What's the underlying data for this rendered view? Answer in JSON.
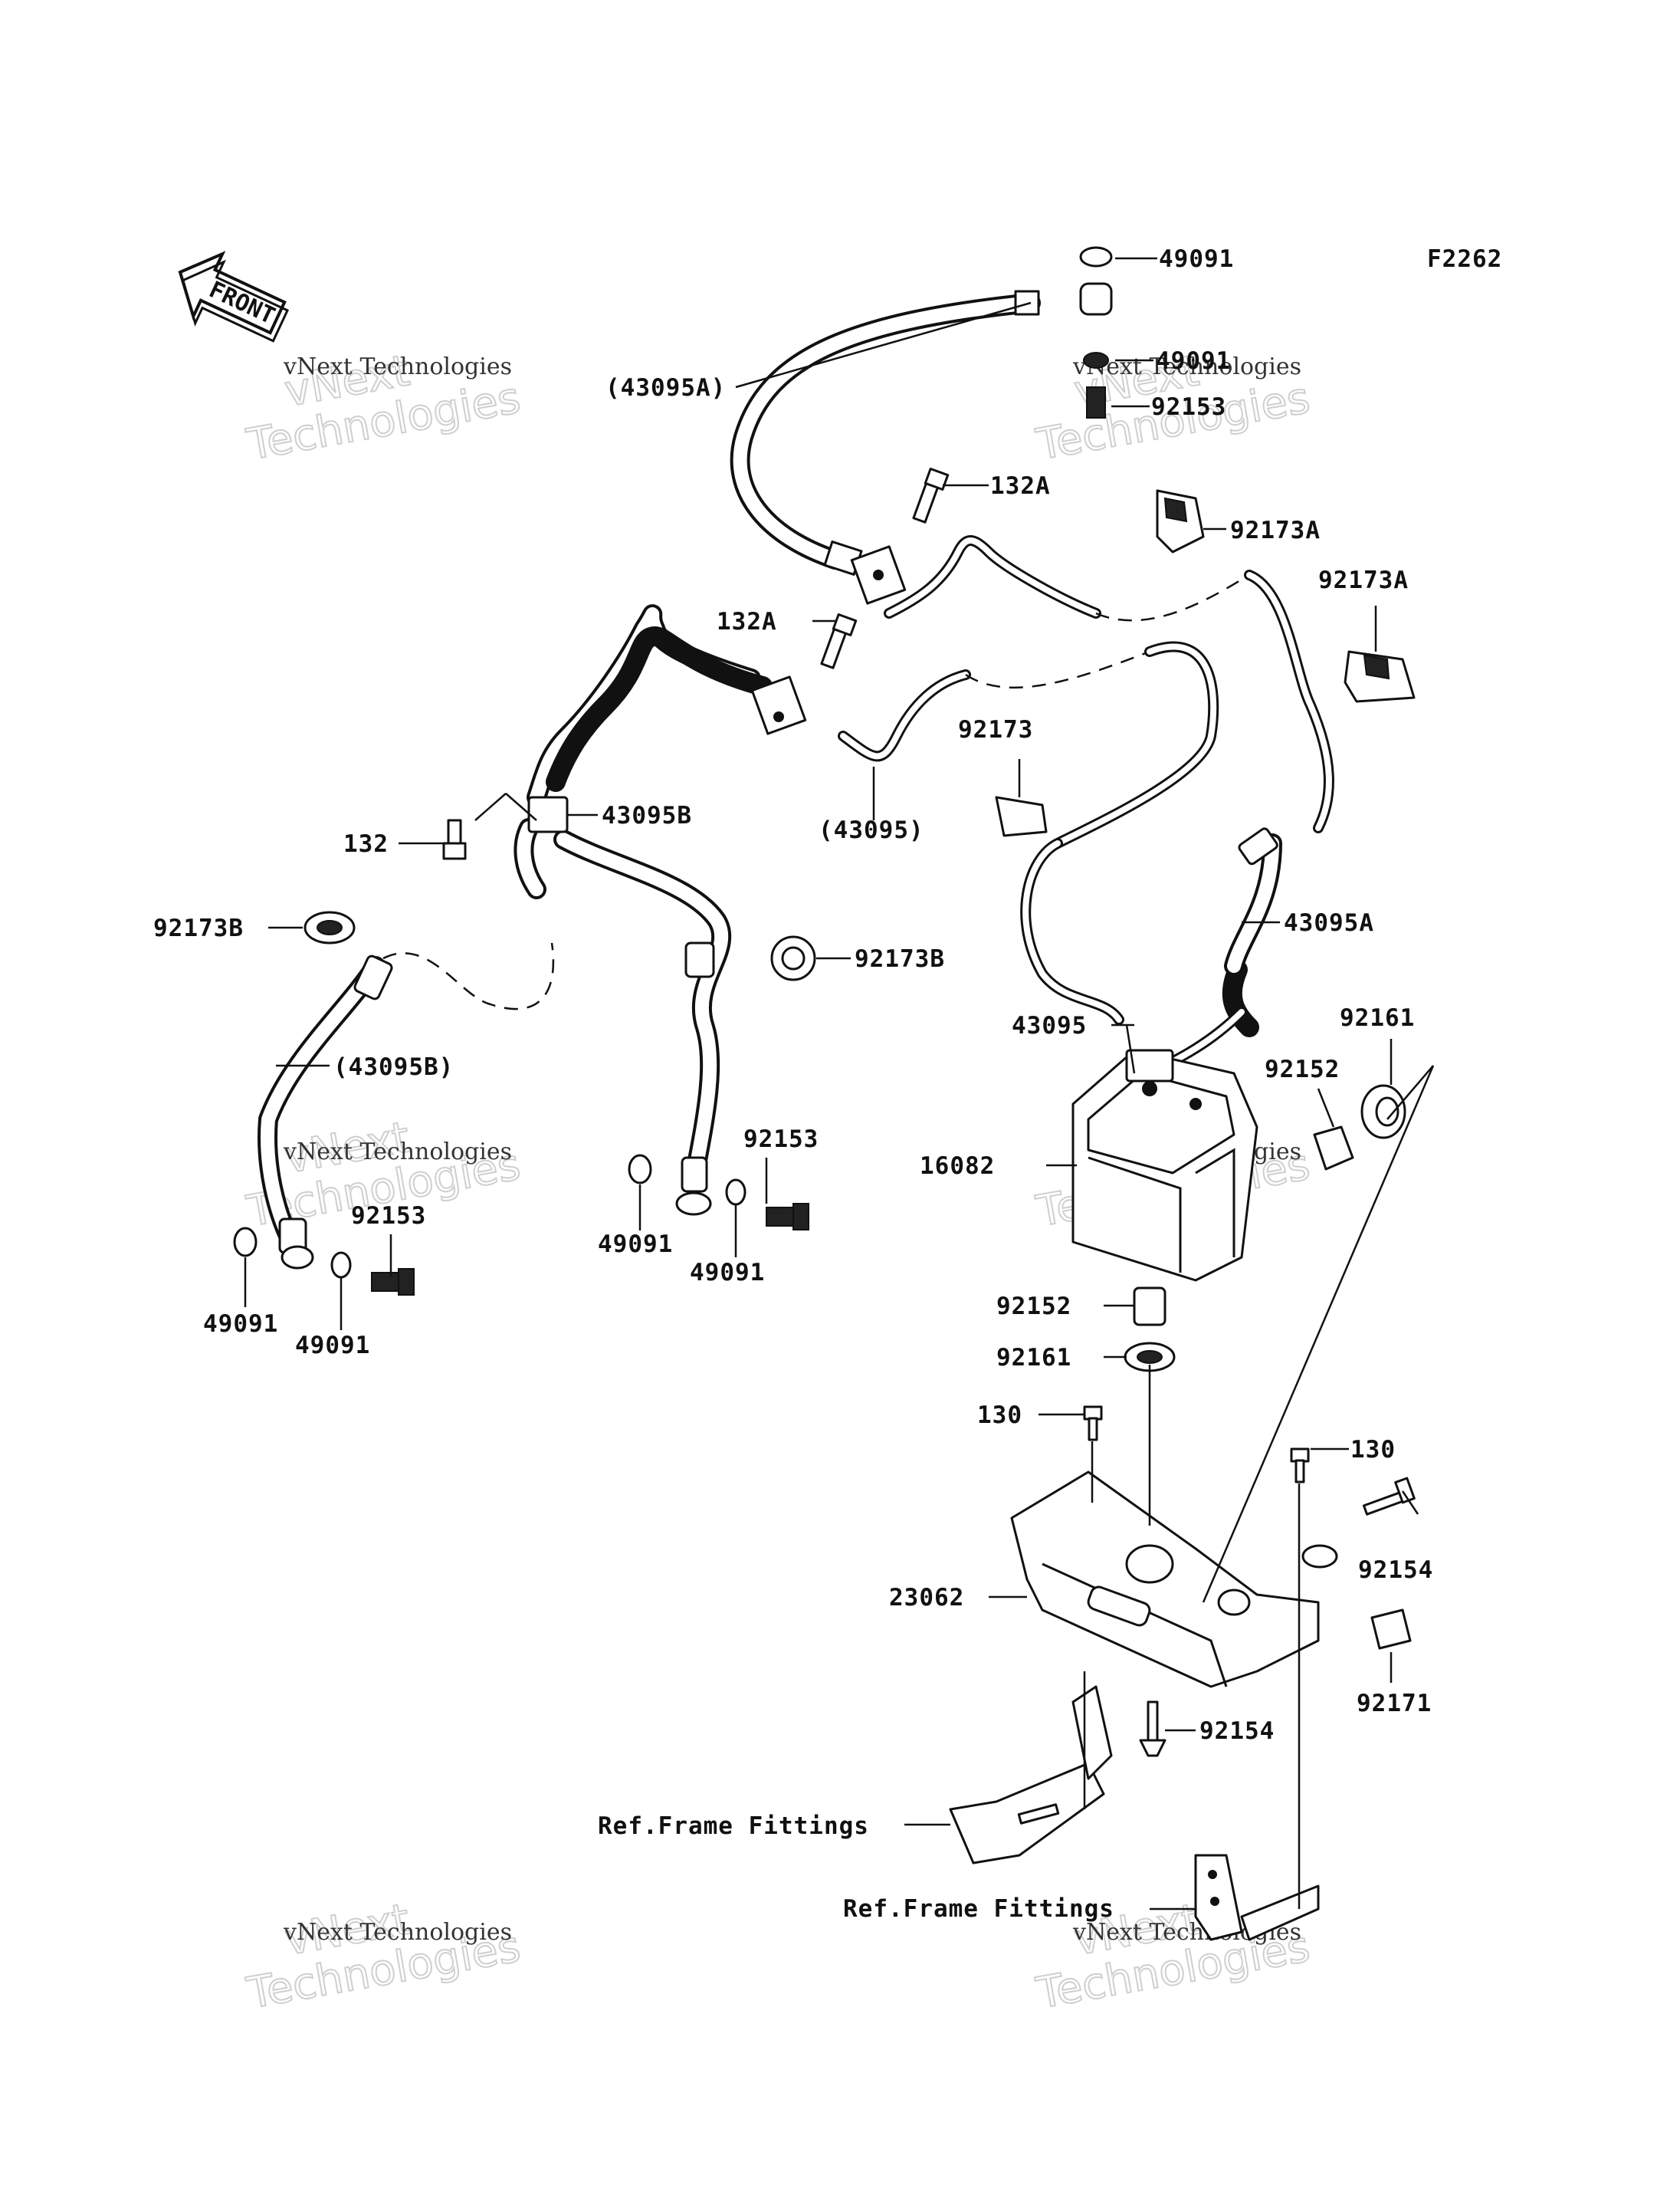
{
  "figure_code": "F2262",
  "front_label": "FRONT",
  "watermark": {
    "line1": "vNext",
    "line2": "Technologies",
    "caption": "vNext Technologies"
  },
  "callouts": [
    {
      "id": "c-49091-top",
      "text": "49091"
    },
    {
      "id": "c-49091-top2",
      "text": "49091"
    },
    {
      "id": "c-92153-top",
      "text": "92153"
    },
    {
      "id": "c-43095A-paren",
      "text": "(43095A)"
    },
    {
      "id": "c-132A-1",
      "text": "132A"
    },
    {
      "id": "c-92173A-1",
      "text": "92173A"
    },
    {
      "id": "c-92173A-2",
      "text": "92173A"
    },
    {
      "id": "c-132A-2",
      "text": "132A"
    },
    {
      "id": "c-92173",
      "text": "92173"
    },
    {
      "id": "c-43095-paren",
      "text": "(43095)"
    },
    {
      "id": "c-43095B",
      "text": "43095B"
    },
    {
      "id": "c-132",
      "text": "132"
    },
    {
      "id": "c-92173B-left",
      "text": "92173B"
    },
    {
      "id": "c-92173B-mid",
      "text": "92173B"
    },
    {
      "id": "c-43095A",
      "text": "43095A"
    },
    {
      "id": "c-43095",
      "text": "43095"
    },
    {
      "id": "c-92161-top",
      "text": "92161"
    },
    {
      "id": "c-92152-top",
      "text": "92152"
    },
    {
      "id": "c-43095B-paren",
      "text": "(43095B)"
    },
    {
      "id": "c-16082",
      "text": "16082"
    },
    {
      "id": "c-92153-mid",
      "text": "92153"
    },
    {
      "id": "c-92153-left",
      "text": "92153"
    },
    {
      "id": "c-49091-mid1",
      "text": "49091"
    },
    {
      "id": "c-49091-mid2",
      "text": "49091"
    },
    {
      "id": "c-49091-left1",
      "text": "49091"
    },
    {
      "id": "c-49091-left2",
      "text": "49091"
    },
    {
      "id": "c-92152-low",
      "text": "92152"
    },
    {
      "id": "c-92161-low",
      "text": "92161"
    },
    {
      "id": "c-130-left",
      "text": "130"
    },
    {
      "id": "c-130-right",
      "text": "130"
    },
    {
      "id": "c-92154-right",
      "text": "92154"
    },
    {
      "id": "c-23062",
      "text": "23062"
    },
    {
      "id": "c-92171",
      "text": "92171"
    },
    {
      "id": "c-92154-low",
      "text": "92154"
    },
    {
      "id": "c-ref-frame-1",
      "text": "Ref.Frame Fittings"
    },
    {
      "id": "c-ref-frame-2",
      "text": "Ref.Frame Fittings"
    }
  ]
}
